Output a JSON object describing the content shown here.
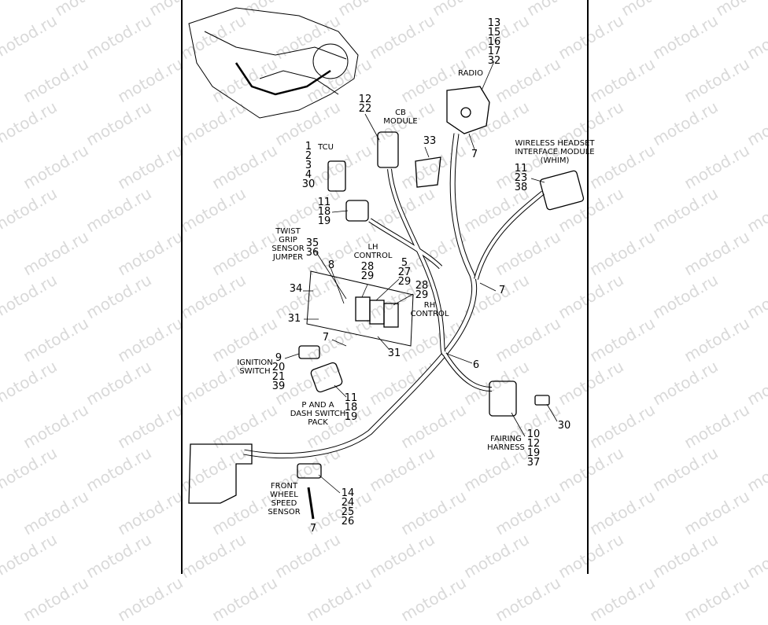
{
  "watermark": "motod.ru",
  "callouts": {
    "radio_nums": [
      "13",
      "15",
      "16",
      "17",
      "32"
    ],
    "radio": "RADIO",
    "cb_nums": [
      "12",
      "22"
    ],
    "cb": [
      "CB",
      "MODULE"
    ],
    "tcu": "TCU",
    "tcu_nums": [
      "1",
      "2",
      "3",
      "4",
      "30"
    ],
    "n33": "33",
    "n7a": "7",
    "whim": [
      "WIRELESS HEADSET",
      "INTERFACE MODULE",
      "(WHIM)"
    ],
    "whim_nums": [
      "11",
      "23",
      "38"
    ],
    "tcu_conn_nums": [
      "11",
      "18",
      "19"
    ],
    "twist": [
      "TWIST",
      "GRIP",
      "SENSOR",
      "JUMPER"
    ],
    "twist_nums": [
      "35",
      "36"
    ],
    "lh": [
      "LH",
      "CONTROL"
    ],
    "n8": "8",
    "lh_nums": [
      "28",
      "29"
    ],
    "mid_nums": [
      "5",
      "27",
      "29"
    ],
    "rh_nums": [
      "28",
      "29"
    ],
    "rh": [
      "RH",
      "CONTROL"
    ],
    "n34": "34",
    "n31a": "31",
    "n7b": "7",
    "n7c": "7",
    "n31b": "31",
    "n6": "6",
    "ign_nums": [
      "9",
      "20",
      "21",
      "39"
    ],
    "ign": [
      "IGNITION",
      "SWITCH"
    ],
    "pa_nums": [
      "11",
      "18",
      "19"
    ],
    "pa": [
      "P AND A",
      "DASH SWITCH",
      "PACK"
    ],
    "n30": "30",
    "fairing": [
      "FAIRING",
      "HARNESS"
    ],
    "fairing_nums": [
      "10",
      "12",
      "19",
      "37"
    ],
    "fws": [
      "FRONT",
      "WHEEL",
      "SPEED",
      "SENSOR"
    ],
    "fws_nums": [
      "14",
      "24",
      "25",
      "26"
    ],
    "n7d": "7"
  }
}
